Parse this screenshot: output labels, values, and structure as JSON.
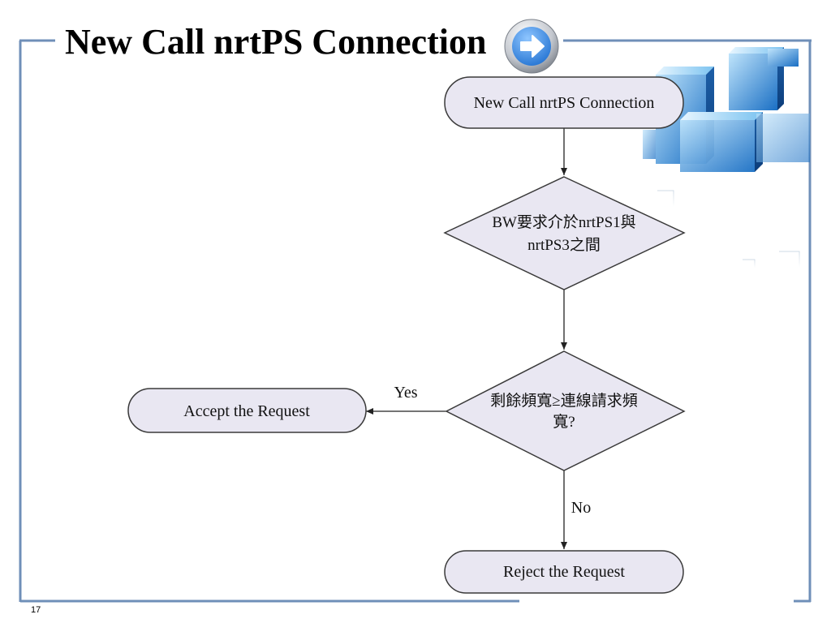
{
  "slide": {
    "title": "New Call nrtPS Connection",
    "page_number": "17"
  },
  "flowchart": {
    "start": "New Call nrtPS Connection",
    "decision1_line1": "BW要求介於nrtPS1與",
    "decision1_line2": "nrtPS3之間",
    "decision2_line1": "剩餘頻寬≥連線請求頻",
    "decision2_line2": "寬?",
    "yes_label": "Yes",
    "no_label": "No",
    "accept": "Accept the Request",
    "reject": "Reject the Request"
  },
  "icons": {
    "nav": "forward-arrow-icon"
  },
  "colors": {
    "frame_line": "#6f8fb8",
    "node_fill": "#e9e7f2",
    "node_stroke": "#3a3a3a",
    "button_blue": "#2f7fd8"
  }
}
